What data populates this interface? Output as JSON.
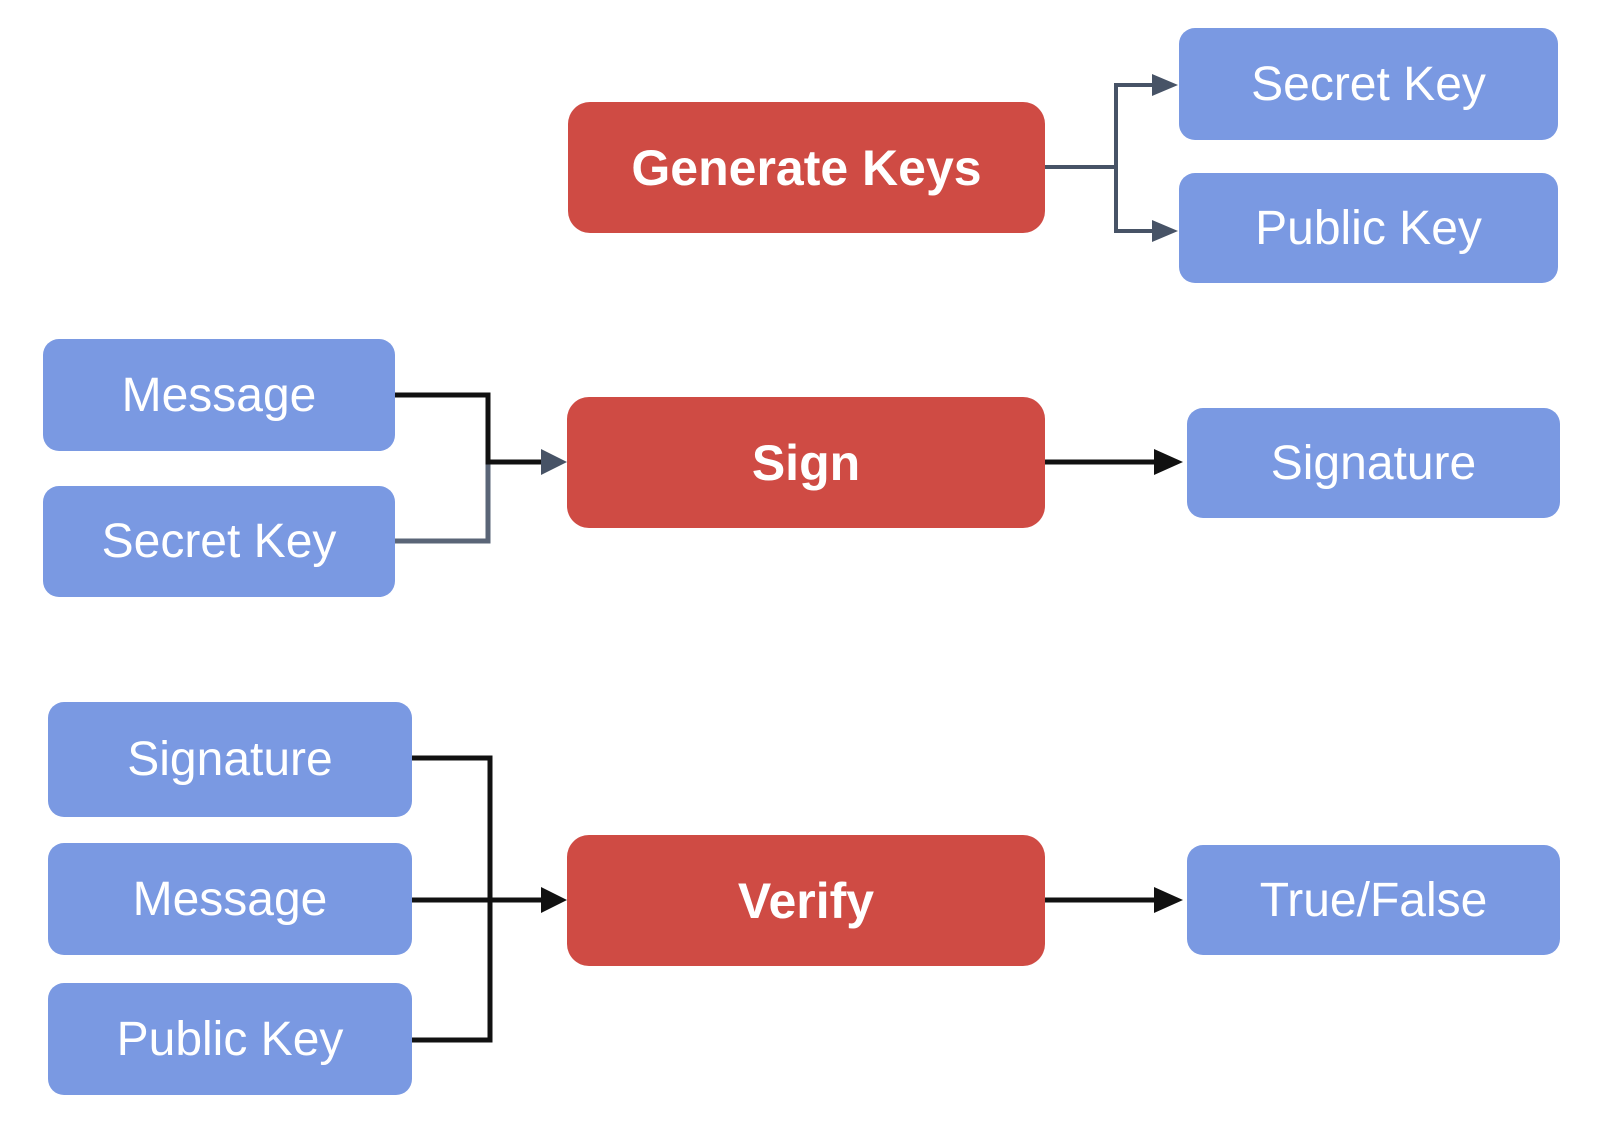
{
  "colors": {
    "process_fill": "#CF4B44",
    "data_fill": "#7A99E2",
    "text": "#FFFFFF",
    "connector_dark": "#111111",
    "connector_slate": "#475366",
    "connector_slate_light": "#5A6577"
  },
  "nodes": {
    "generate_keys": {
      "label": "Generate Keys"
    },
    "secret_key_out": {
      "label": "Secret Key"
    },
    "public_key_out": {
      "label": "Public Key"
    },
    "message_sign": {
      "label": "Message"
    },
    "secret_key_sign": {
      "label": "Secret Key"
    },
    "sign": {
      "label": "Sign"
    },
    "signature_out": {
      "label": "Signature"
    },
    "signature_in": {
      "label": "Signature"
    },
    "message_verify": {
      "label": "Message"
    },
    "public_key_verify": {
      "label": "Public Key"
    },
    "verify": {
      "label": "Verify"
    },
    "true_false": {
      "label": "True/False"
    }
  }
}
